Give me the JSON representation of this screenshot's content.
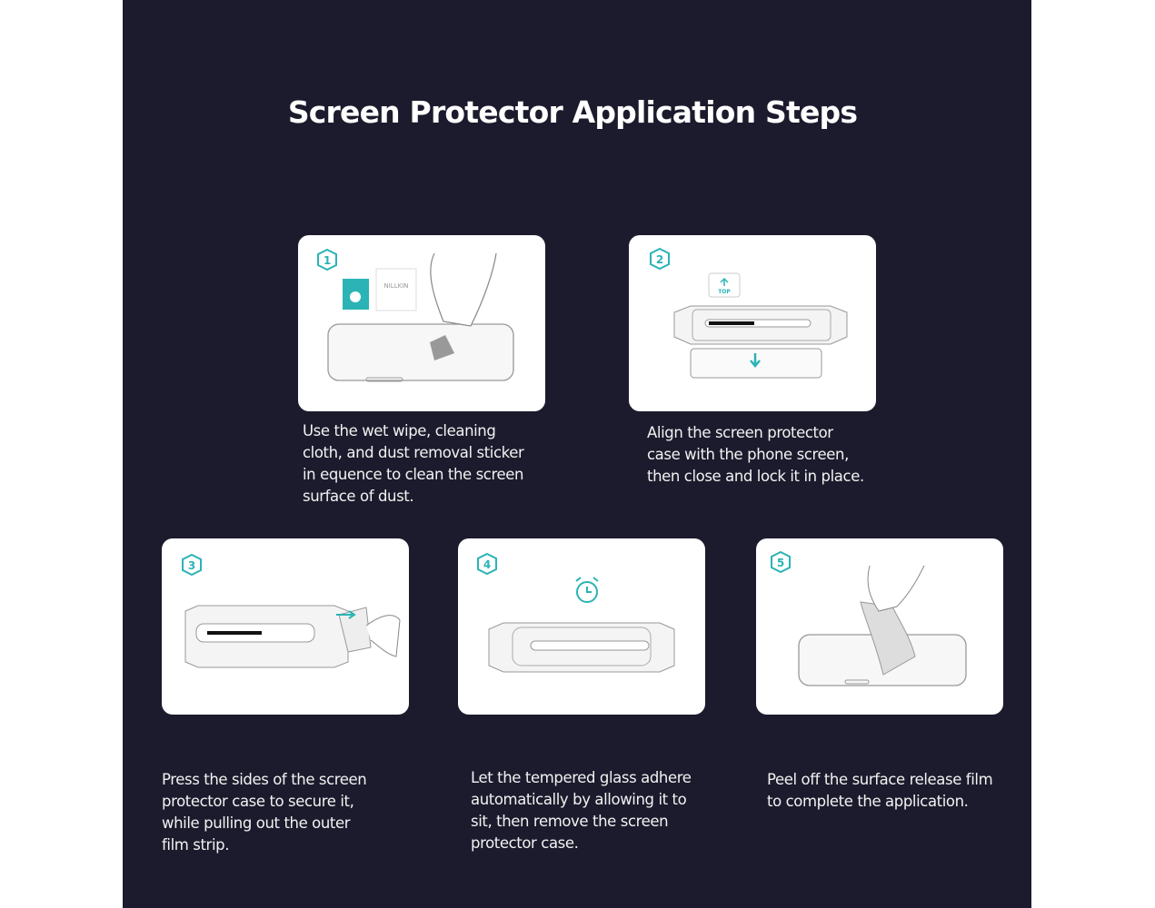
{
  "title": "Screen Protector Application Steps",
  "accent_color": "#2bb3b5",
  "steps": [
    {
      "number": "1",
      "caption": "Use the wet wipe, cleaning\ncloth, and dust removal sticker\n in equence to clean the screen\nsurface of dust.",
      "brand": "NILLKIN"
    },
    {
      "number": "2",
      "caption": "Align the screen protector\ncase with the phone screen,\nthen close and lock it in place.",
      "tag": "TOP"
    },
    {
      "number": "3",
      "caption": "Press the sides of the screen\nprotector case to secure it,\nwhile pulling out the outer\nfilm strip."
    },
    {
      "number": "4",
      "caption": "Let the tempered glass adhere\nautomatically by allowing it to\nsit, then remove the screen\nprotector case."
    },
    {
      "number": "5",
      "caption": "Peel off the surface release film\nto complete the application."
    }
  ]
}
